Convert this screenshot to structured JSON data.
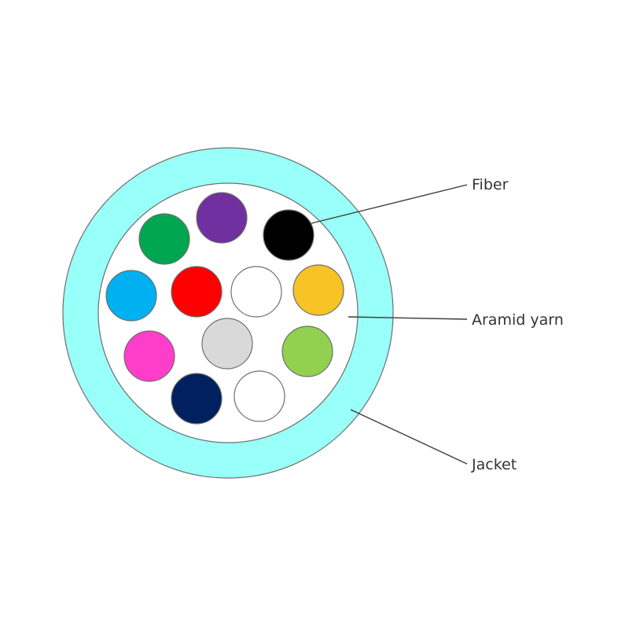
{
  "colors": {
    "jacket": "#99FFF9",
    "aramid_yarn": "#FFFFFF",
    "outline": "#6E6E6E"
  },
  "fibers": [
    {
      "name": "violet",
      "color": "#7030A0"
    },
    {
      "name": "green",
      "color": "#00A651"
    },
    {
      "name": "black",
      "color": "#000000"
    },
    {
      "name": "aqua",
      "color": "#00B0F0"
    },
    {
      "name": "red",
      "color": "#FF0000"
    },
    {
      "name": "white",
      "color": "#FFFFFF"
    },
    {
      "name": "yellow",
      "color": "#F7C325"
    },
    {
      "name": "rose",
      "color": "#FF3DCB"
    },
    {
      "name": "slate",
      "color": "#D9D9D9"
    },
    {
      "name": "lime",
      "color": "#92D050"
    },
    {
      "name": "blue",
      "color": "#002060"
    },
    {
      "name": "white-2",
      "color": "#FFFFFF"
    }
  ],
  "callouts": {
    "fiber": "Fiber",
    "aramid_yarn": "Aramid yarn",
    "jacket": "Jacket"
  }
}
